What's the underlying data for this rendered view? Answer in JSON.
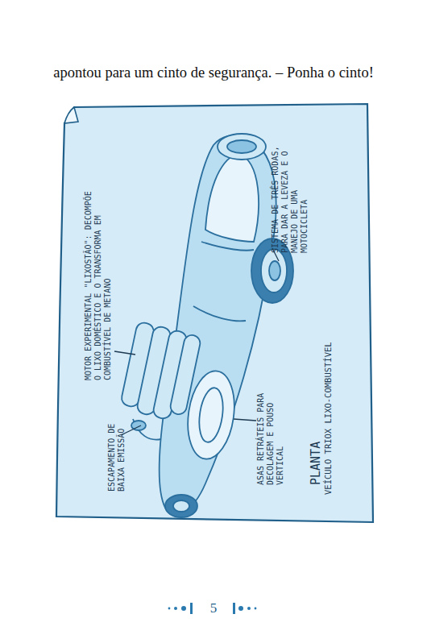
{
  "diagram": {
    "title": "PLANTA",
    "labels": [
      "apontou para um cinto de segurança. – Ponha o cinto!",
      "MOTOR EXPERIMENTAL \"LIXOSTÃO\": DECOMPÕE O LIXO DOMÉSTICO E O TRANSFORMA EM COMBUSTÍVEL DE METANO",
      "SISTEMA DE TRÊS RODAS, PARA DAR A LEVEZA E O MANEJO DE UMA MOTOCICLETA",
      "ESCAPAMENTO DE BAIXA EMISSÃO",
      "ASAS RETRÁTEIS PARA DECOLAGEM E POUSO VERTICAL",
      "VEÍCULO TRIOX LIXO-COMBUSTÍVEL",
      "5"
    ]
  }
}
